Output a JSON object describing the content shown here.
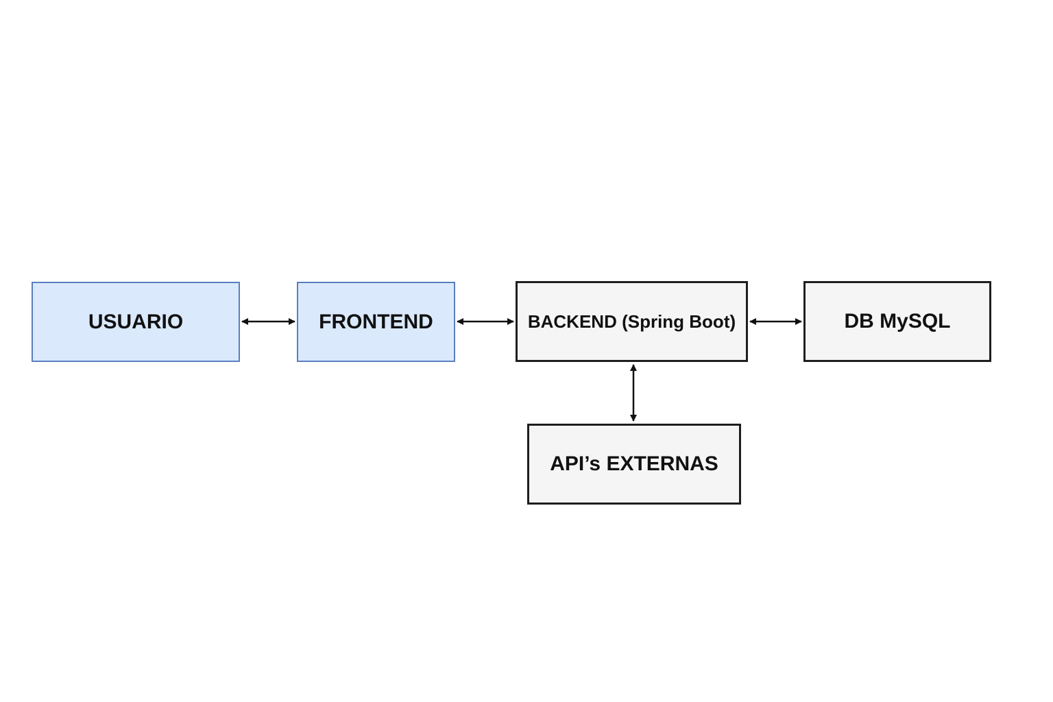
{
  "diagram": {
    "nodes": [
      {
        "id": "usuario",
        "label": "USUARIO",
        "fill": "#dbe9fc",
        "border": "#5a7fbf"
      },
      {
        "id": "frontend",
        "label": "FRONTEND",
        "fill": "#dbe9fc",
        "border": "#5a7fbf"
      },
      {
        "id": "backend",
        "label": "BACKEND (Spring Boot)",
        "fill": "#f5f5f5",
        "border": "#1e1e1e"
      },
      {
        "id": "db",
        "label": "DB MySQL",
        "fill": "#f5f5f5",
        "border": "#1e1e1e"
      },
      {
        "id": "apis",
        "label": "API’s EXTERNAS",
        "fill": "#f5f5f5",
        "border": "#1e1e1e"
      }
    ],
    "edges": [
      {
        "from": "usuario",
        "to": "frontend",
        "direction": "bidirectional"
      },
      {
        "from": "frontend",
        "to": "backend",
        "direction": "bidirectional"
      },
      {
        "from": "backend",
        "to": "db",
        "direction": "bidirectional"
      },
      {
        "from": "backend",
        "to": "apis",
        "direction": "bidirectional"
      }
    ],
    "edge_color": "#111111"
  }
}
